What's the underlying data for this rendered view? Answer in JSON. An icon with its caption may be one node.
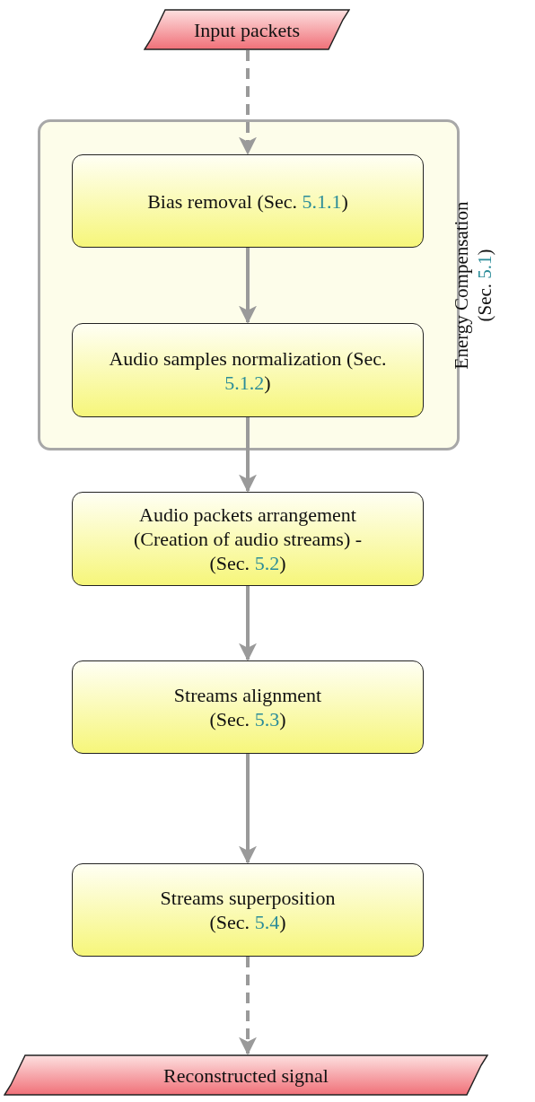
{
  "diagram": {
    "nodes": [
      {
        "text": [
          "Input packets"
        ]
      },
      {
        "text": [
          "Energy Compensation (Sec. 5.1)"
        ]
      },
      {
        "text": [
          "Bias removal (Sec. 5.1.1)"
        ],
        "in": 1
      },
      {
        "text": [
          "Audio samples normalization (Sec. 5.1.2)"
        ],
        "in": 1
      },
      {
        "text": [
          "Audio packets arrangement (Creation of audio streams) - (Sec. 5.2)"
        ]
      },
      {
        "text": [
          "Streams alignment (Sec. 5.3)"
        ]
      },
      {
        "text": [
          "Streams superposition (Sec. 5.4)"
        ]
      },
      {
        "text": [
          "Reconstructed signal"
        ]
      }
    ],
    "edges": [
      {
        "from": 0,
        "to": 2,
        "arrow": "to",
        "style": "dashed"
      },
      {
        "from": 2,
        "to": 3,
        "arrow": "to"
      },
      {
        "from": 3,
        "to": 4,
        "arrow": "to"
      },
      {
        "from": 4,
        "to": 5,
        "arrow": "to"
      },
      {
        "from": 5,
        "to": 6,
        "arrow": "to"
      },
      {
        "from": 6,
        "to": 7,
        "arrow": "to",
        "style": "dashed"
      }
    ]
  }
}
